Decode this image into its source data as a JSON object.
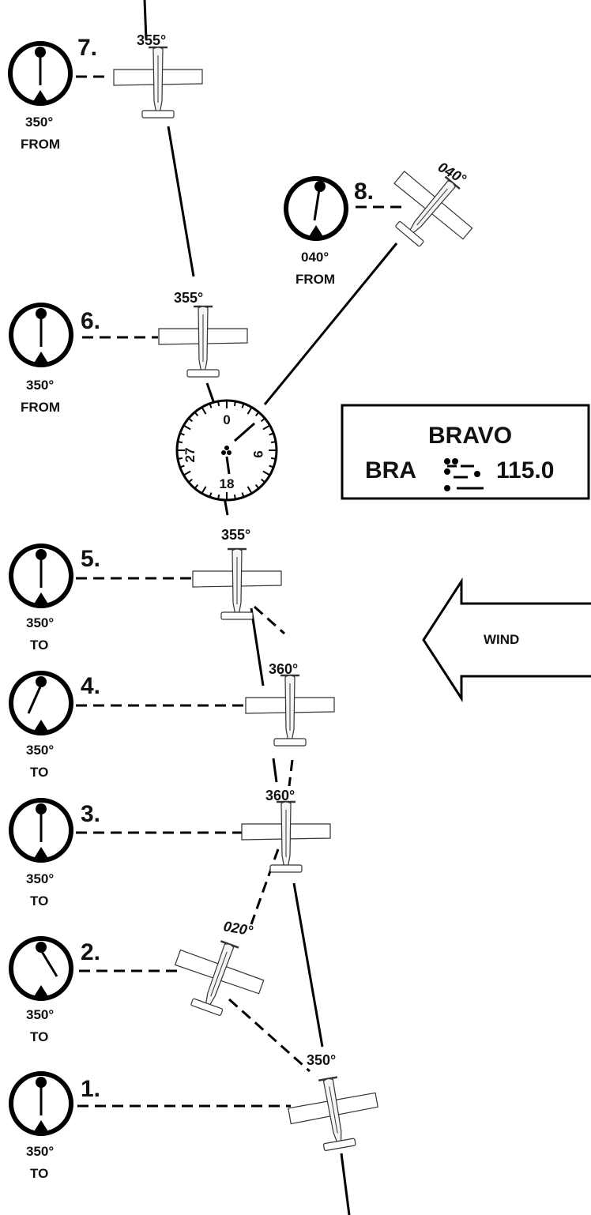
{
  "station": {
    "name": "BRAVO",
    "ident": "BRA",
    "frequency": "115.0",
    "morse": "-... .-. .-"
  },
  "wind": {
    "label": "WIND"
  },
  "compass_rose": {
    "n": "0",
    "e": "9",
    "s": "18",
    "w": "27"
  },
  "positions": [
    {
      "number": "1.",
      "heading": "350°",
      "obs": "350°",
      "flag": "TO"
    },
    {
      "number": "2.",
      "heading": "020°",
      "obs": "350°",
      "flag": "TO"
    },
    {
      "number": "3.",
      "heading": "360°",
      "obs": "350°",
      "flag": "TO"
    },
    {
      "number": "4.",
      "heading": "360°",
      "obs": "350°",
      "flag": "TO"
    },
    {
      "number": "5.",
      "heading": "355°",
      "obs": "350°",
      "flag": "TO"
    },
    {
      "number": "6.",
      "heading": "355°",
      "obs": "350°",
      "flag": "FROM"
    },
    {
      "number": "7.",
      "heading": "355°",
      "obs": "350°",
      "flag": "FROM"
    },
    {
      "number": "8.",
      "heading": "040°",
      "obs": "040°",
      "flag": "FROM"
    }
  ]
}
